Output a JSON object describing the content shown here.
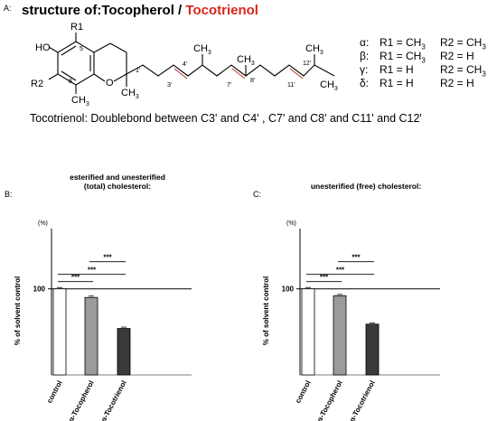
{
  "figure": {
    "panel_a_letter": "A:",
    "title_prefix": "structure of:Tocopherol / ",
    "title_highlight": "Tocotrienol",
    "title_highlight_color": "#d9261c",
    "double_bond_color": "#c0392b",
    "structure_labels": {
      "ho": "HO",
      "r1": "R1",
      "r2": "R2",
      "o": "O",
      "ch3": "CH",
      "sub3": "3",
      "pos5": "5",
      "pos8": "8",
      "pos1p": "1'",
      "pos3p": "3'",
      "pos4p": "4'",
      "pos7p": "7'",
      "pos8p": "8'",
      "pos11p": "11'",
      "pos12p": "12'"
    },
    "variants": [
      {
        "greek": "α:",
        "r1": "R1 = CH",
        "r1_sub": "3",
        "r2": "R2 = CH",
        "r2_sub": "3"
      },
      {
        "greek": "β:",
        "r1": "R1 = CH",
        "r1_sub": "3",
        "r2": "R2 = H",
        "r2_sub": ""
      },
      {
        "greek": "γ:",
        "r1": "R1 = H",
        "r1_sub": "",
        "r2": "R2 = CH",
        "r2_sub": "3"
      },
      {
        "greek": "δ:",
        "r1": "R1 = H",
        "r1_sub": "",
        "r2": "R2 = H",
        "r2_sub": ""
      }
    ],
    "note": "Tocotrienol: Doublebond between C3' and C4' , C7' and C8' and C11' and C12'"
  },
  "chart_data": [
    {
      "panel": "B:",
      "type": "bar",
      "title_line1": "esterified and unesterified",
      "title_line2": "(total) cholesterol:",
      "ylabel": "% of solvent control",
      "unit": "(%)",
      "ytick": 100,
      "ylim": [
        0,
        170
      ],
      "categories": [
        "control",
        "α-Tocopherol",
        "α-Tocotrienol"
      ],
      "values": [
        100,
        90,
        54
      ],
      "bar_colors": [
        "#ffffff",
        "#9b9b9b",
        "#3a3a3a"
      ],
      "significance": [
        {
          "from": 0,
          "to": 1,
          "label": "***"
        },
        {
          "from": 0,
          "to": 2,
          "label": "***"
        },
        {
          "from": 1,
          "to": 2,
          "label": "***"
        }
      ]
    },
    {
      "panel": "C:",
      "type": "bar",
      "title_line1": "unesterified (free) cholesterol:",
      "title_line2": "",
      "ylabel": "% of solvent control",
      "unit": "(%)",
      "ytick": 100,
      "ylim": [
        0,
        170
      ],
      "categories": [
        "control",
        "α-Tocopherol",
        "α-Tocotrienol"
      ],
      "values": [
        100,
        92,
        59
      ],
      "bar_colors": [
        "#ffffff",
        "#9b9b9b",
        "#3a3a3a"
      ],
      "significance": [
        {
          "from": 0,
          "to": 1,
          "label": "***"
        },
        {
          "from": 0,
          "to": 2,
          "label": "***"
        },
        {
          "from": 1,
          "to": 2,
          "label": "***"
        }
      ]
    }
  ]
}
